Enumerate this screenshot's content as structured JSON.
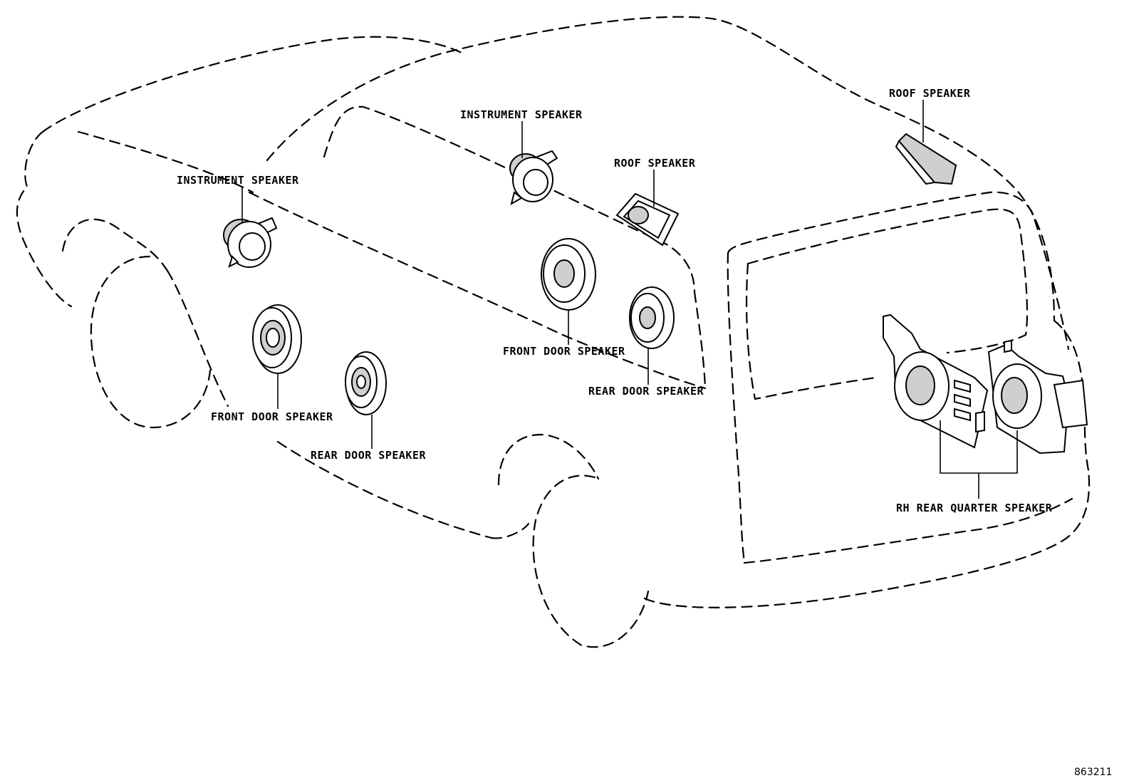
{
  "callouts": {
    "instrument_speaker_left": "INSTRUMENT SPEAKER",
    "instrument_speaker_right": "INSTRUMENT SPEAKER",
    "roof_speaker_center": "ROOF SPEAKER",
    "roof_speaker_rear": "ROOF SPEAKER",
    "front_door_speaker_left": "FRONT DOOR SPEAKER",
    "front_door_speaker_right": "FRONT DOOR SPEAKER",
    "rear_door_speaker_left": "REAR DOOR SPEAKER",
    "rear_door_speaker_right": "REAR DOOR SPEAKER",
    "rh_rear_quarter_speaker": "RH REAR QUARTER SPEAKER"
  },
  "figure_number": "863211",
  "line_color": "#000000",
  "background_color": "#ffffff"
}
